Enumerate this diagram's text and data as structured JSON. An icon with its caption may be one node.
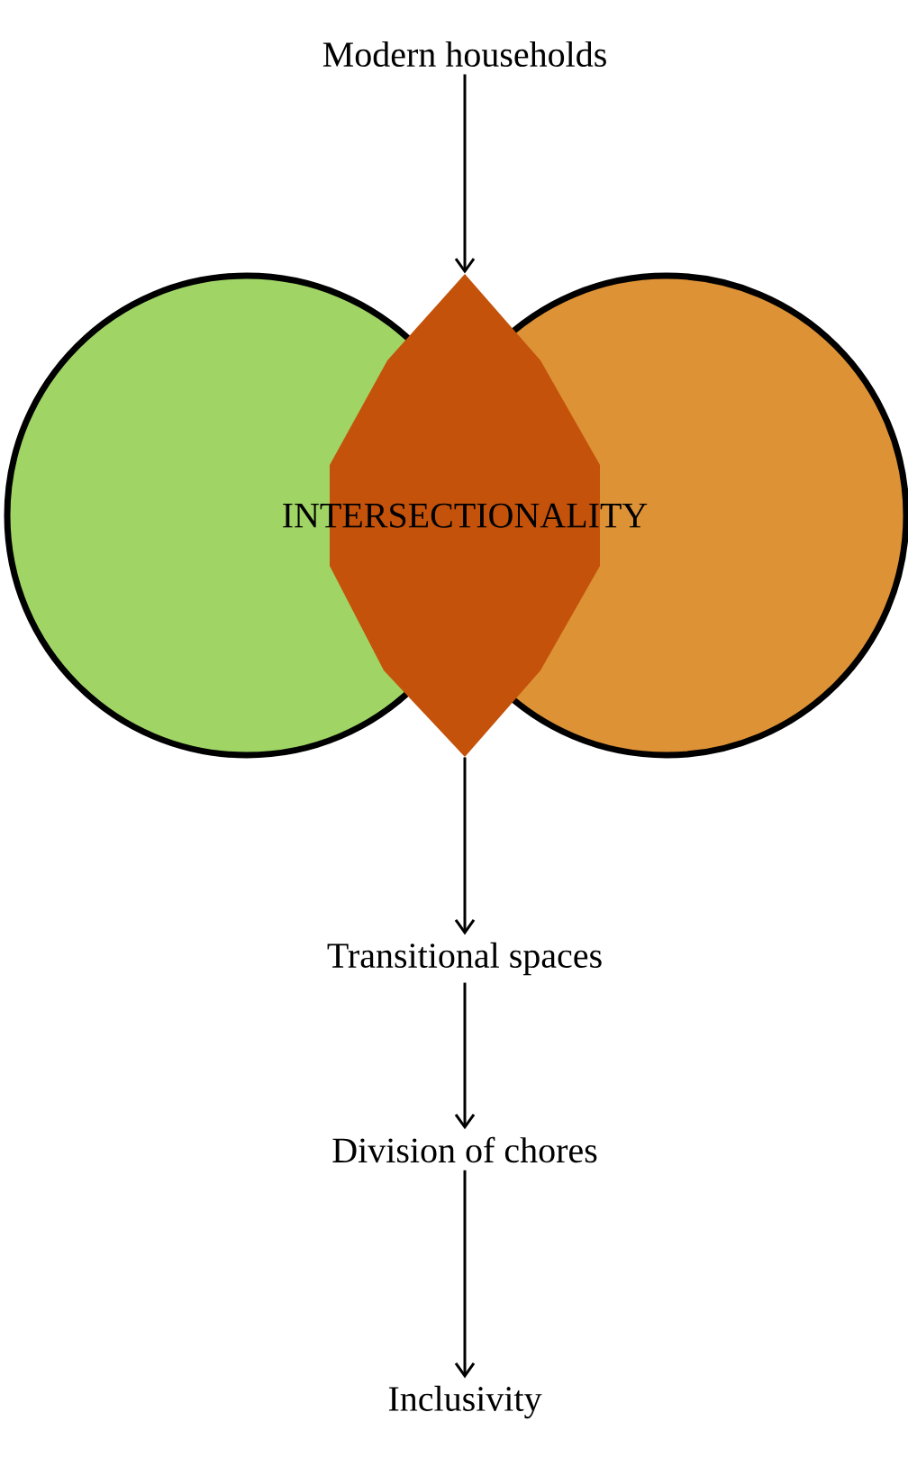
{
  "diagram": {
    "nodes": [
      {
        "text": [
          "Modern households"
        ]
      },
      {
        "text": [
          "INTERSECTIONALITY"
        ]
      },
      {
        "text": [
          "Transitional spaces"
        ]
      },
      {
        "text": [
          "Division of chores"
        ]
      },
      {
        "text": [
          "Inclusivity"
        ]
      }
    ],
    "edges": [
      {
        "from": 0,
        "to": 1,
        "arrow": "to"
      },
      {
        "from": 1,
        "to": 2,
        "arrow": "to"
      },
      {
        "from": 2,
        "to": 3,
        "arrow": "to"
      },
      {
        "from": 3,
        "to": 4,
        "arrow": "to"
      }
    ]
  }
}
